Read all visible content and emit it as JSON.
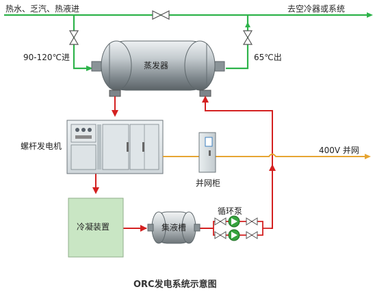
{
  "labels": {
    "inlet": "热水、乏汽、热液进",
    "outlet": "去空冷器或系统",
    "temp_in": "90-120℃进",
    "temp_out": "65℃出",
    "evaporator": "蒸发器",
    "generator": "螺杆发电机",
    "grid_cabinet": "并网柜",
    "grid_voltage": "400V 并网",
    "condenser": "冷凝装置",
    "receiver": "集液槽",
    "pump": "循环泵",
    "caption": "ORC发电系统示意图"
  },
  "colors": {
    "hot_line": "#2db34a",
    "working_fluid": "#d42020",
    "power_line": "#e6a532",
    "condenser_fill": "#c9e6c4",
    "vessel": "#9aa3a8"
  }
}
